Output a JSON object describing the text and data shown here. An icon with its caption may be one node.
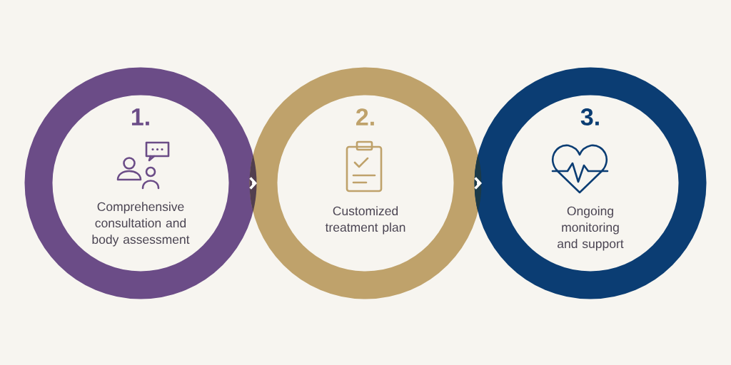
{
  "diagram": {
    "nodes": [
      {
        "text": [
          "1.",
          "Comprehensive consultation and body assessment"
        ]
      },
      {
        "text": [
          "2.",
          "Customized treatment plan"
        ]
      },
      {
        "text": [
          "3.",
          "Ongoing monitoring and support"
        ]
      }
    ],
    "edges": [
      {
        "from": 0,
        "to": 1,
        "arrow": "to"
      },
      {
        "from": 1,
        "to": 2,
        "arrow": "to"
      }
    ]
  }
}
